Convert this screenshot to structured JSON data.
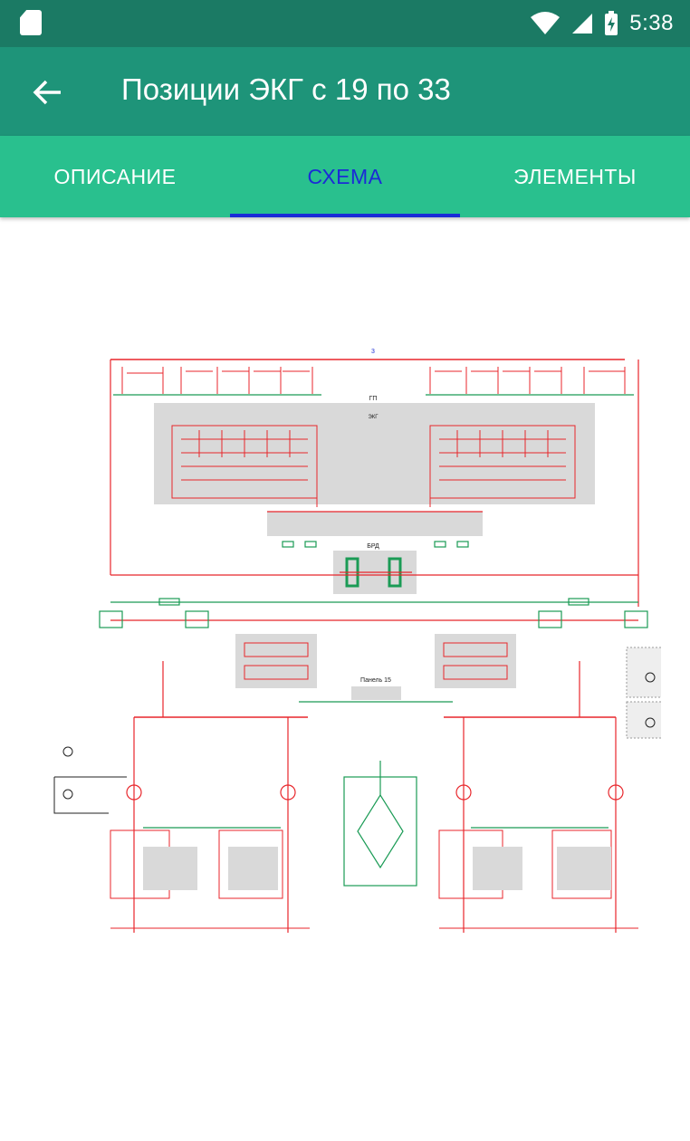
{
  "status_bar": {
    "time": "5:38",
    "icons": [
      "sd-card-icon",
      "wifi-icon",
      "signal-icon",
      "battery-charging-icon"
    ]
  },
  "app_bar": {
    "back_icon": "arrow-back-icon",
    "title": "Позиции ЭКГ с 19 по 33"
  },
  "tabs": [
    {
      "label": "ОПИСАНИЕ",
      "active": false
    },
    {
      "label": "СХЕМА",
      "active": true
    },
    {
      "label": "ЭЛЕМЕНТЫ",
      "active": false
    }
  ],
  "scheme": {
    "labels": {
      "gp": "ГП",
      "ekg": "ЭКГ",
      "brd": "БРД",
      "panel": "Панель 15",
      "top_num": "3"
    },
    "colors": {
      "power_line": "#e8262b",
      "control_line": "#1a9b55",
      "block_fill": "#d9d9d9"
    }
  }
}
